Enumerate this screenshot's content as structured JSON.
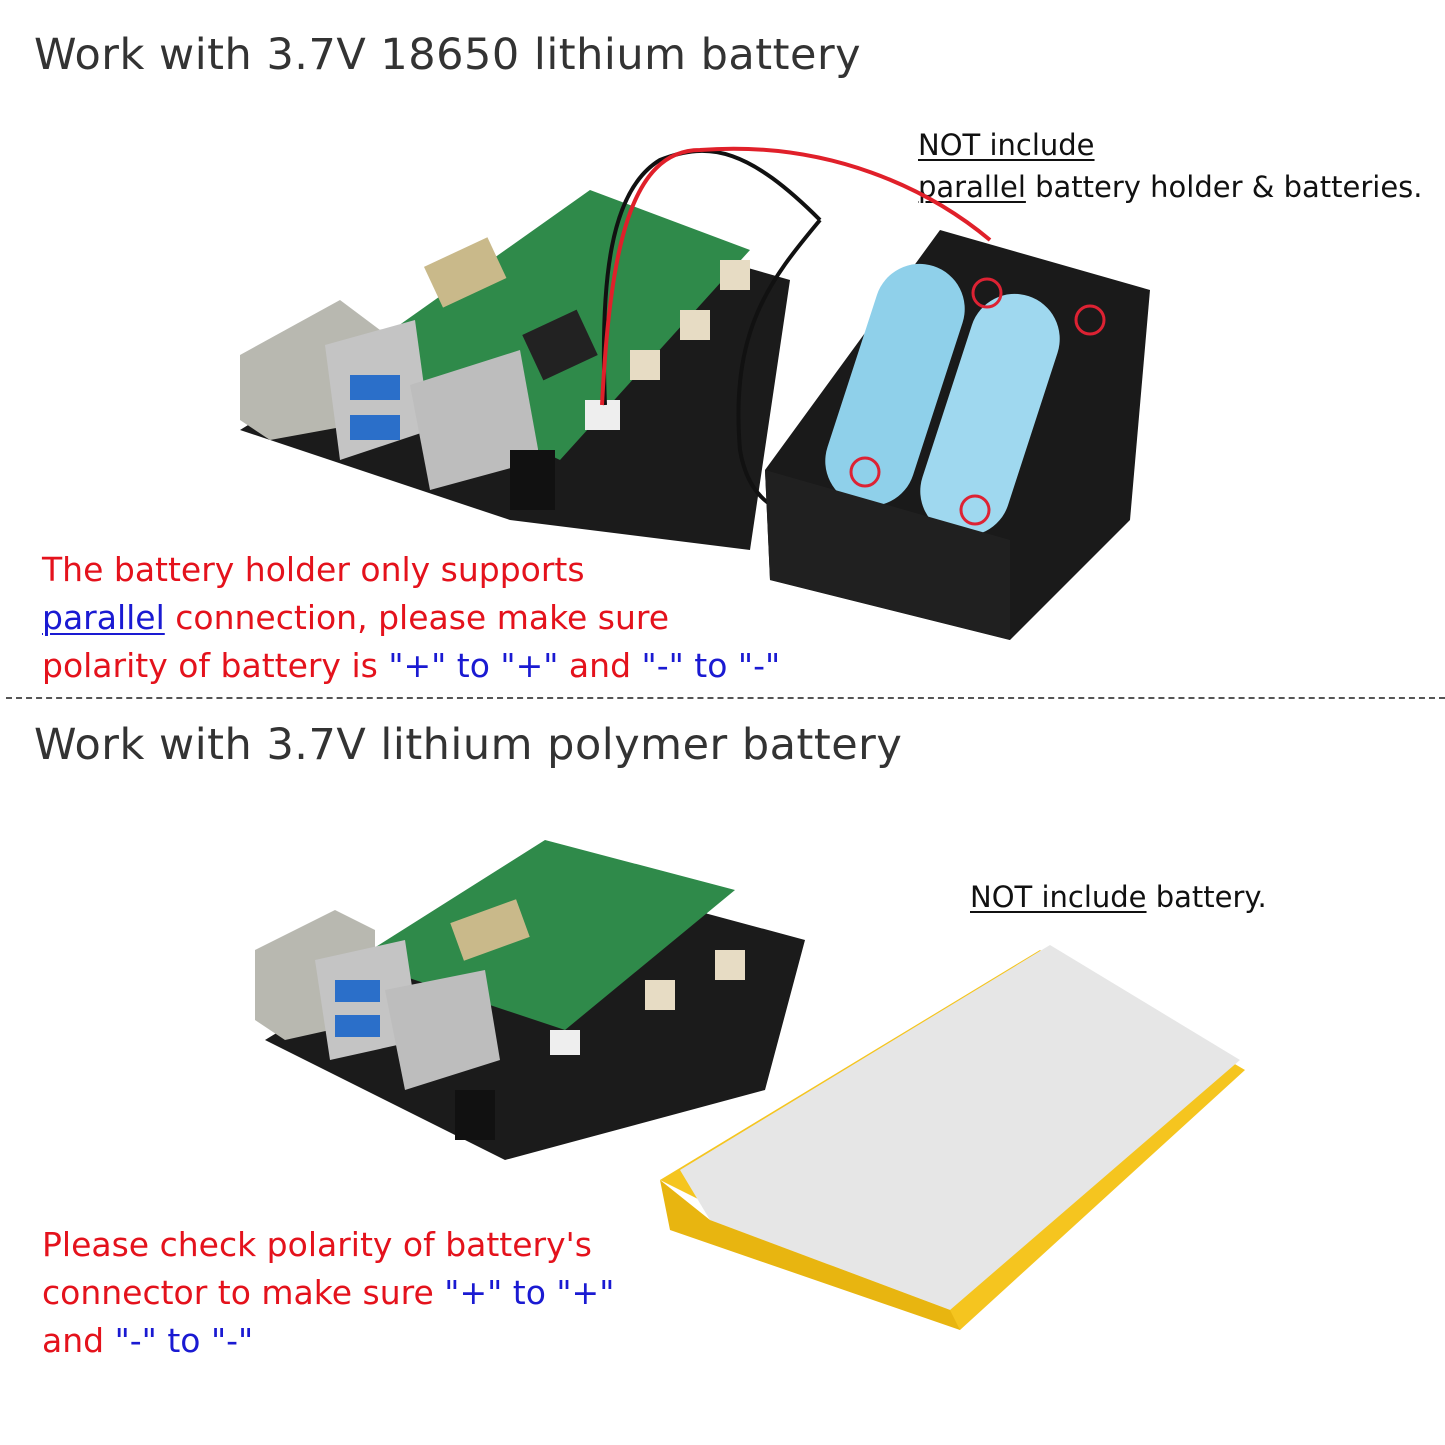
{
  "section1": {
    "title": "Work with 3.7V 18650 lithium battery",
    "note_line1": "NOT include",
    "note_line2_underlined": "parallel",
    "note_line2_rest": " battery holder & batteries.",
    "warning": {
      "line1": "The battery holder only supports",
      "line2_link": "parallel",
      "line2_rest": " connection, please make sure",
      "line3_a": "polarity of battery is ",
      "line3_b": "\"+\" to \"+\"",
      "line3_c": " and ",
      "line3_d": "\"-\" to \"-\""
    }
  },
  "section2": {
    "title": "Work with 3.7V lithium polymer battery",
    "note_underlined": "NOT include",
    "note_rest": " battery.",
    "warning": {
      "line1": "Please check polarity of battery's",
      "line2_a": "connector to make sure ",
      "line2_b": "\"+\" to \"+\"",
      "line3_a": "and ",
      "line3_b": "\"-\" to \"-\""
    }
  },
  "colors": {
    "warning_red": "#e4121c",
    "highlight_blue": "#1a1ad2",
    "title_gray": "#333333"
  }
}
